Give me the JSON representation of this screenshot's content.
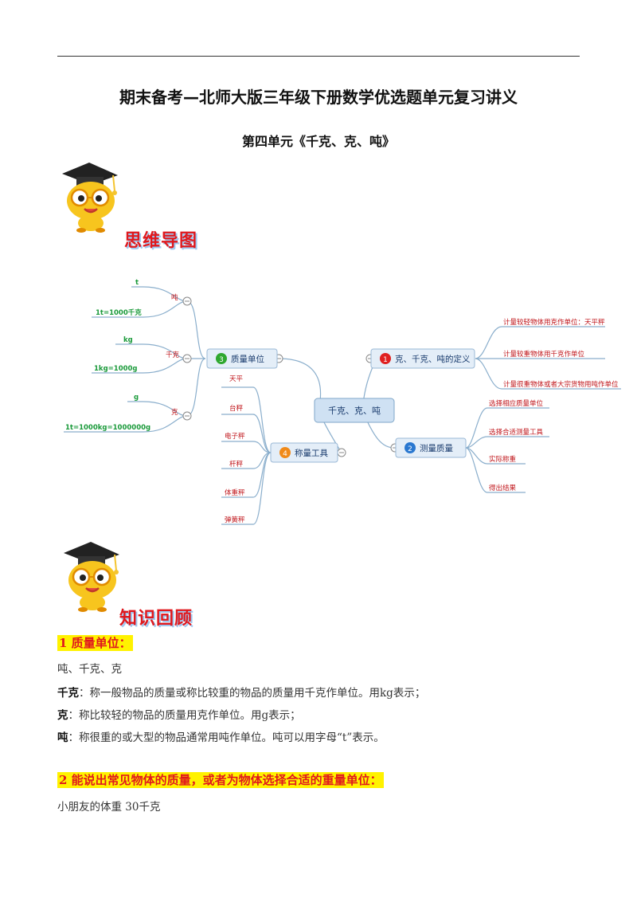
{
  "header": {
    "title": "期末备考—北师大版三年级下册数学优选题单元复习讲义",
    "subtitle": "第四单元《千克、克、吨》"
  },
  "banners": {
    "mind_map": "思维导图",
    "review": "知识回顾"
  },
  "mindmap": {
    "center": "千克、克、吨",
    "branches": [
      {
        "num": "1",
        "label": "克、千克、吨的定义",
        "color": "#e02020",
        "leaves": [
          "计量较轻物体用克作单位：天平秤",
          "计量较重物体用千克作单位",
          "计量很重物体或者大宗货物用吨作单位"
        ]
      },
      {
        "num": "2",
        "label": "测量质量",
        "color": "#2a78d0",
        "leaves": [
          "选择相应质量单位",
          "选择合适测量工具",
          "实际称重",
          "得出结果"
        ]
      },
      {
        "num": "3",
        "label": "质量单位",
        "color": "#2fa82f",
        "groups": [
          {
            "label": "吨",
            "items": [
              "t",
              "1t=1000千克"
            ]
          },
          {
            "label": "千克",
            "items": [
              "kg",
              "1kg=1000g"
            ]
          },
          {
            "label": "克",
            "items": [
              "g",
              "1t=1000kg=1000000g"
            ]
          }
        ]
      },
      {
        "num": "4",
        "label": "称量工具",
        "color": "#f08a1a",
        "leaves": [
          "天平",
          "台秤",
          "电子秤",
          "杆秤",
          "体重秤",
          "弹簧秤"
        ]
      }
    ]
  },
  "sections": [
    {
      "heading": "1 质量单位：",
      "lines": [
        {
          "term": "",
          "text": "吨、千克、克"
        },
        {
          "term": "千克",
          "text": "：称一般物品的质量或称比较重的物品的质量用千克作单位。用kg表示；"
        },
        {
          "term": "克",
          "text": "：称比较轻的物品的质量用克作单位。用g表示；"
        },
        {
          "term": "吨",
          "text": "：称很重的或大型的物品通常用吨作单位。吨可以用字母“t”表示。"
        }
      ]
    },
    {
      "heading": "2 能说出常见物体的质量，或者为物体选择合适的重量单位：",
      "lines": [
        {
          "term": "",
          "text": "小朋友的体重 30千克"
        }
      ]
    }
  ],
  "colors": {
    "red": "#e0181d",
    "green_text": "#1a9a3a",
    "highlight": "#fff200",
    "node_fill": "#dbe9f7",
    "line": "#7fa6c8"
  }
}
